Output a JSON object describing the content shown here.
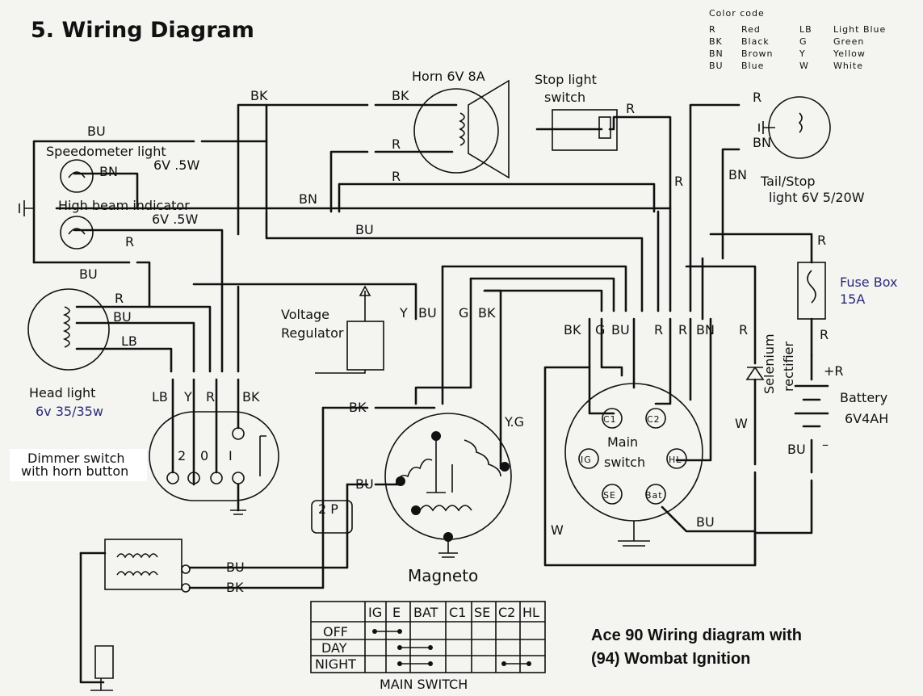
{
  "title": "5. Wiring Diagram",
  "color_code": {
    "heading": "Color code",
    "entries": [
      {
        "code": "R",
        "name": "Red"
      },
      {
        "code": "BK",
        "name": "Black"
      },
      {
        "code": "BN",
        "name": "Brown"
      },
      {
        "code": "BU",
        "name": "Blue"
      },
      {
        "code": "LB",
        "name": "Light Blue"
      },
      {
        "code": "G",
        "name": "Green"
      },
      {
        "code": "Y",
        "name": "Yellow"
      },
      {
        "code": "W",
        "name": "White"
      }
    ]
  },
  "components": {
    "horn": "Horn 6V 8A",
    "stop_switch_1": "Stop light",
    "stop_switch_2": "switch",
    "tail_1": "Tail/Stop",
    "tail_2": "light 6V 5/20W",
    "speedo_1": "Speedometer light",
    "speedo_2": "6V .5W",
    "highbeam_1": "High beam indicator",
    "highbeam_2": "6V .5W",
    "headlight": "Head light",
    "headlight_rating": "6v 35/35w",
    "dimmer_1": "Dimmer switch",
    "dimmer_2": "with horn button",
    "regulator_1": "Voltage",
    "regulator_2": "Regulator",
    "magneto": "Magneto",
    "main_switch_1": "Main",
    "main_switch_2": "switch",
    "fuse_1": "Fuse Box",
    "fuse_2": "15A",
    "rectifier_1": "Selenium",
    "rectifier_2": "rectifier",
    "battery_1": "Battery",
    "battery_2": "6V4AH",
    "connector_2p": "2 P",
    "plus_r": "+R",
    "minus": "–"
  },
  "terminals": {
    "c1": "C1",
    "c2": "C2",
    "ig": "IG",
    "hl": "HL",
    "se": "SE",
    "bat": "Bat",
    "dimmer_2": "2",
    "dimmer_0": "0",
    "dimmer_1": "I"
  },
  "wire_labels": {
    "bk_top": "BK",
    "bu_top": "BU",
    "bn_speedo": "BN",
    "bk_horn": "BK",
    "r_horn": "R",
    "r_horn2": "R",
    "r_stop": "R",
    "r_tail": "R",
    "bn_tail": "BN",
    "bn_tailwire": "BN",
    "r_mid": "R",
    "bn_mid": "BN",
    "bu_mid": "BU",
    "r_hb": "R",
    "bu_hl": "BU",
    "r_hl": "R",
    "bu_hl2": "BU",
    "lb_hl": "LB",
    "lb_d": "LB",
    "y_d": "Y",
    "r_d": "R",
    "bk_d": "BK",
    "y_mag": "Y",
    "bu_mag": "BU",
    "g_mag": "G",
    "bk_mag": "BK",
    "bk_ms": "BK",
    "g_ms": "G",
    "bu_ms": "BU",
    "r_ms1": "R",
    "r_ms2": "R",
    "bn_ms": "BN",
    "r_ms3": "R",
    "bk_coil": "BK",
    "bu_coil": "BU",
    "yg": "Y.G",
    "w1": "W",
    "w2": "W",
    "bu_bat": "BU",
    "bu_bat2": "BU",
    "r_fuse": "R",
    "r_fuse2": "R",
    "bu_cdi": "BU",
    "bk_cdi": "BK"
  },
  "switch_table": {
    "columns": [
      "IG",
      "E",
      "BAT",
      "C1",
      "SE",
      "C2",
      "HL"
    ],
    "rows": [
      "OFF",
      "DAY",
      "NIGHT"
    ],
    "caption": "MAIN SWITCH"
  },
  "note_1": "Ace 90 Wiring diagram with",
  "note_2": "(94) Wombat Ignition"
}
